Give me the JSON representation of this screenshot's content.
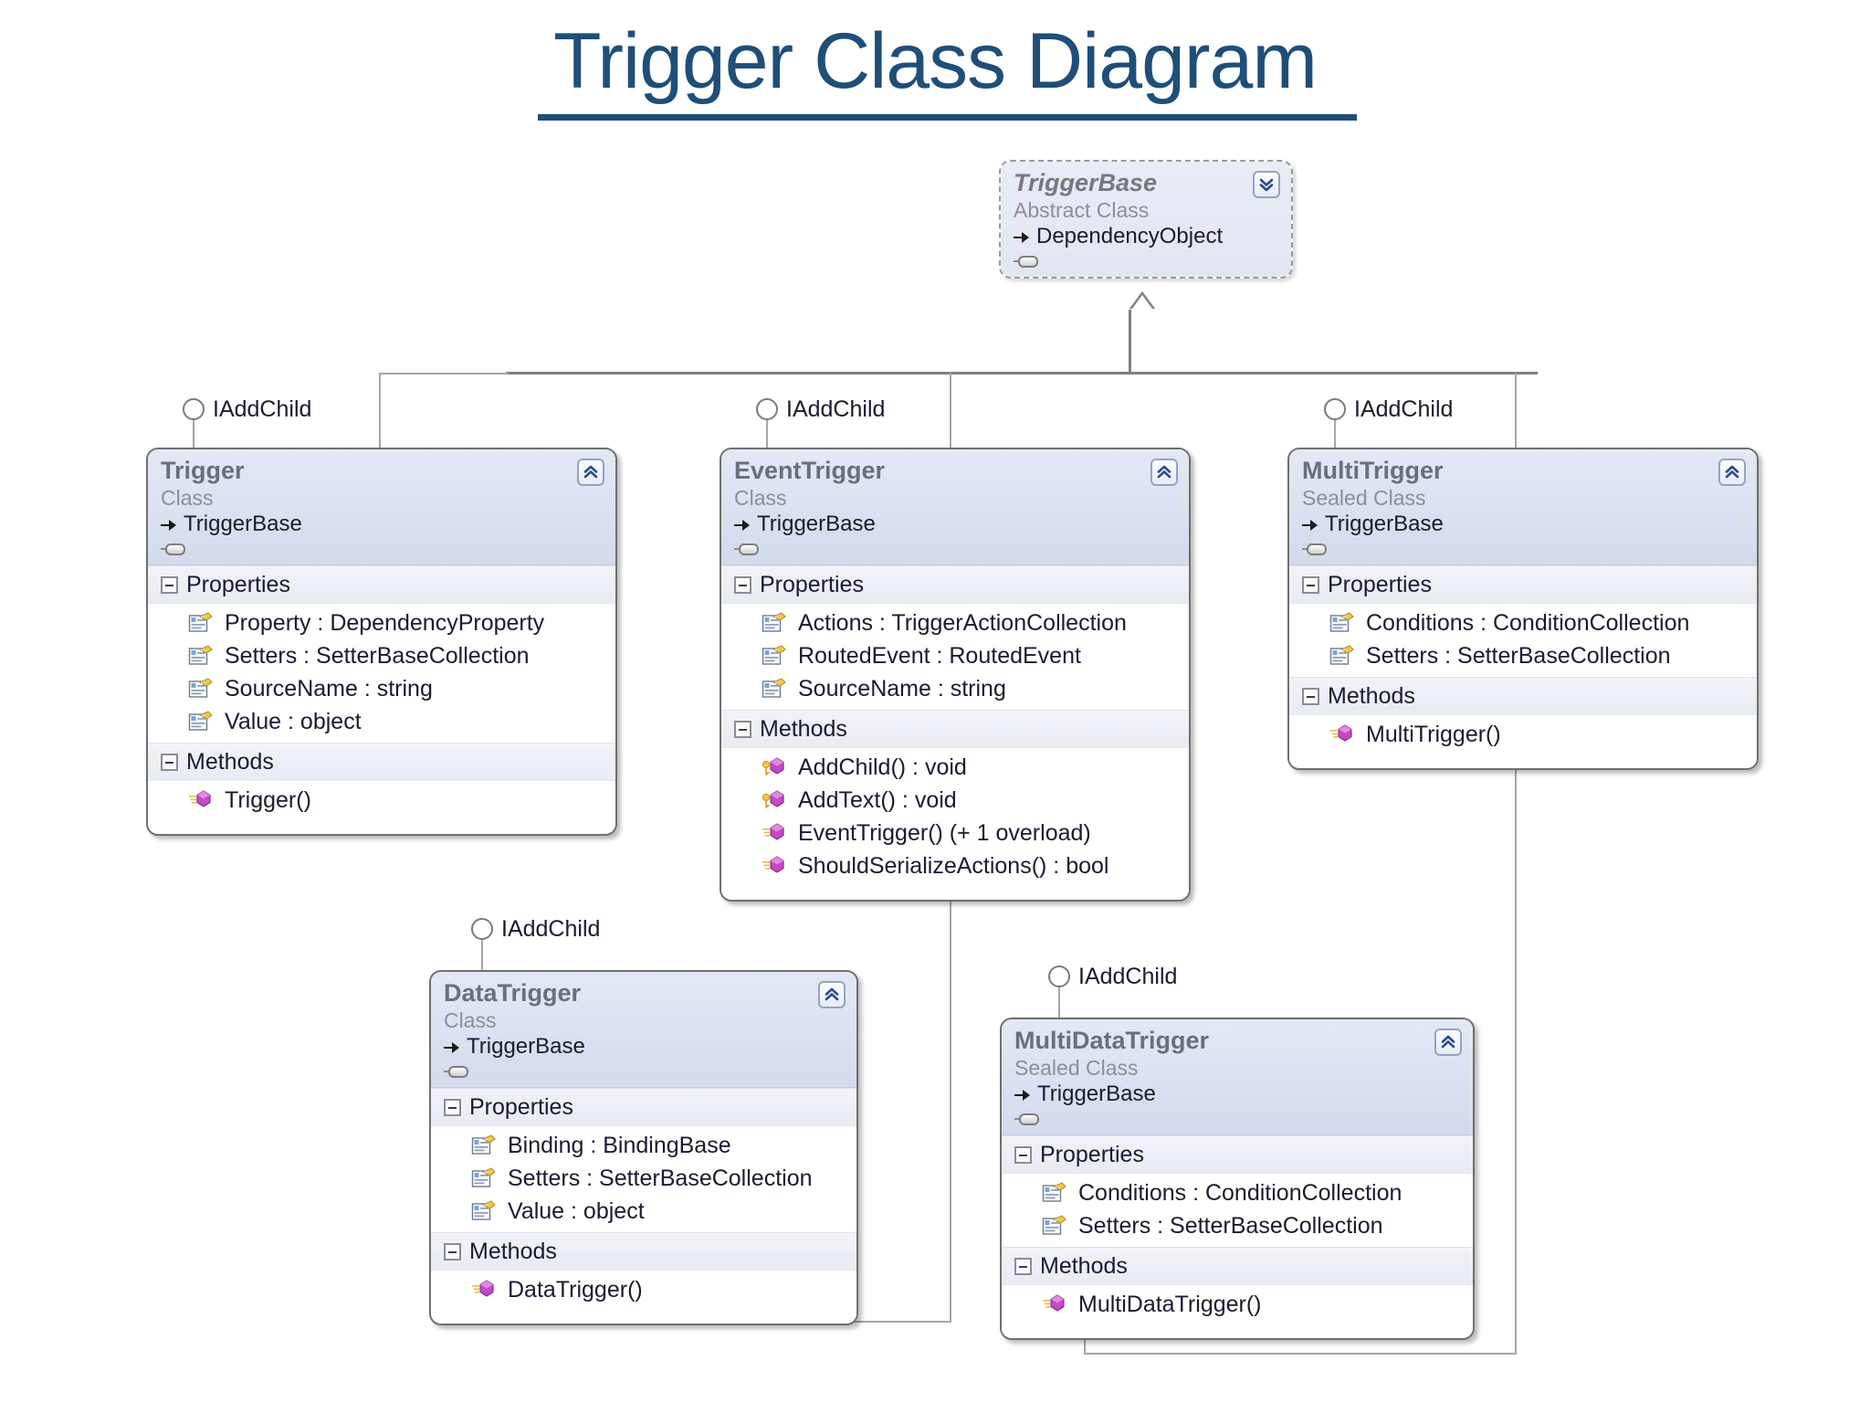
{
  "page": {
    "title": "Trigger Class Diagram",
    "title_color": "#1F4E79",
    "background": "#ffffff"
  },
  "diagram": {
    "type": "uml-class-diagram",
    "interface_label": "IAddChild",
    "section_labels": {
      "properties": "Properties",
      "methods": "Methods"
    },
    "classes": [
      {
        "id": "triggerbase",
        "name": "TriggerBase",
        "kind": "Abstract Class",
        "base": "DependencyObject",
        "abstract": true,
        "toggle_icon": "chevron-double-down-icon",
        "has_interface_stub": true,
        "implements_lollipop": null,
        "properties": [],
        "methods": []
      },
      {
        "id": "trigger",
        "name": "Trigger",
        "kind": "Class",
        "base": "TriggerBase",
        "abstract": false,
        "toggle_icon": "chevron-double-up-icon",
        "has_interface_stub": true,
        "implements_lollipop": "IAddChild",
        "properties": [
          {
            "text": "Property : DependencyProperty",
            "icon": "property-icon"
          },
          {
            "text": "Setters : SetterBaseCollection",
            "icon": "property-icon"
          },
          {
            "text": "SourceName : string",
            "icon": "property-icon"
          },
          {
            "text": "Value : object",
            "icon": "property-icon"
          }
        ],
        "methods": [
          {
            "text": "Trigger()",
            "icon": "method-icon"
          }
        ]
      },
      {
        "id": "eventtrigger",
        "name": "EventTrigger",
        "kind": "Class",
        "base": "TriggerBase",
        "abstract": false,
        "toggle_icon": "chevron-double-up-icon",
        "has_interface_stub": true,
        "implements_lollipop": "IAddChild",
        "properties": [
          {
            "text": "Actions : TriggerActionCollection",
            "icon": "property-icon"
          },
          {
            "text": "RoutedEvent : RoutedEvent",
            "icon": "property-icon"
          },
          {
            "text": "SourceName : string",
            "icon": "property-icon"
          }
        ],
        "methods": [
          {
            "text": "AddChild() : void",
            "icon": "method-interface-impl-icon"
          },
          {
            "text": "AddText() : void",
            "icon": "method-interface-impl-icon"
          },
          {
            "text": "EventTrigger() (+ 1 overload)",
            "icon": "method-icon"
          },
          {
            "text": "ShouldSerializeActions() : bool",
            "icon": "method-icon"
          }
        ]
      },
      {
        "id": "multitrigger",
        "name": "MultiTrigger",
        "kind": "Sealed Class",
        "base": "TriggerBase",
        "abstract": false,
        "toggle_icon": "chevron-double-up-icon",
        "has_interface_stub": true,
        "implements_lollipop": "IAddChild",
        "properties": [
          {
            "text": "Conditions : ConditionCollection",
            "icon": "property-icon"
          },
          {
            "text": "Setters : SetterBaseCollection",
            "icon": "property-icon"
          }
        ],
        "methods": [
          {
            "text": "MultiTrigger()",
            "icon": "method-icon"
          }
        ]
      },
      {
        "id": "datatrigger",
        "name": "DataTrigger",
        "kind": "Class",
        "base": "TriggerBase",
        "abstract": false,
        "toggle_icon": "chevron-double-up-icon",
        "has_interface_stub": true,
        "implements_lollipop": "IAddChild",
        "properties": [
          {
            "text": "Binding : BindingBase",
            "icon": "property-icon"
          },
          {
            "text": "Setters : SetterBaseCollection",
            "icon": "property-icon"
          },
          {
            "text": "Value : object",
            "icon": "property-icon"
          }
        ],
        "methods": [
          {
            "text": "DataTrigger()",
            "icon": "method-icon"
          }
        ]
      },
      {
        "id": "multidatatrigger",
        "name": "MultiDataTrigger",
        "kind": "Sealed Class",
        "base": "TriggerBase",
        "abstract": false,
        "toggle_icon": "chevron-double-up-icon",
        "has_interface_stub": true,
        "implements_lollipop": "IAddChild",
        "properties": [
          {
            "text": "Conditions : ConditionCollection",
            "icon": "property-icon"
          },
          {
            "text": "Setters : SetterBaseCollection",
            "icon": "property-icon"
          }
        ],
        "methods": [
          {
            "text": "MultiDataTrigger()",
            "icon": "method-icon"
          }
        ]
      }
    ],
    "inheritance": [
      {
        "from": "trigger",
        "to": "triggerbase"
      },
      {
        "from": "eventtrigger",
        "to": "triggerbase"
      },
      {
        "from": "multitrigger",
        "to": "triggerbase"
      },
      {
        "from": "datatrigger",
        "to": "triggerbase"
      },
      {
        "from": "multidatatrigger",
        "to": "triggerbase"
      }
    ]
  }
}
